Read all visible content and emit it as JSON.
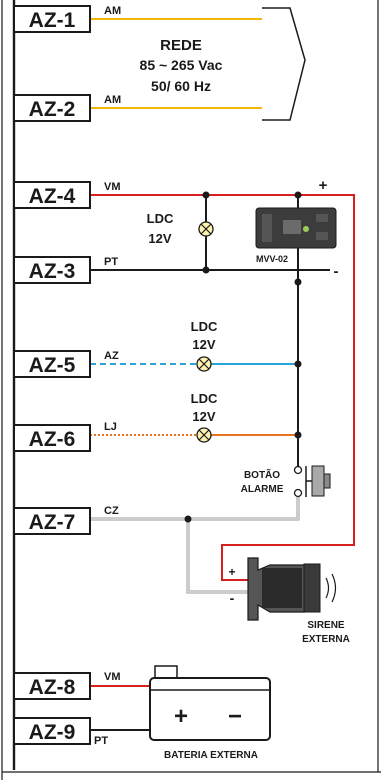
{
  "terminals": {
    "az1": "AZ-1",
    "az2": "AZ-2",
    "az4": "AZ-4",
    "az3": "AZ-3",
    "az5": "AZ-5",
    "az6": "AZ-6",
    "az7": "AZ-7",
    "az8": "AZ-8",
    "az9": "AZ-9"
  },
  "wire_labels": {
    "am1": "AM",
    "am2": "AM",
    "vm1": "VM",
    "pt1": "PT",
    "az": "AZ",
    "lj": "LJ",
    "cz": "CZ",
    "vm2": "VM",
    "pt2": "PT"
  },
  "rede": {
    "line1": "REDE",
    "line2": "85 ~ 265 Vac",
    "line3": "50/ 60 Hz"
  },
  "ldc": {
    "a_line1": "LDC",
    "a_line2": "12V",
    "b_line1": "LDC",
    "b_line2": "12V",
    "c_line1": "LDC",
    "c_line2": "12V"
  },
  "mvv_label": "MVV-02",
  "polarity": {
    "plus_top": "+",
    "minus_top": "-",
    "siren_plus": "+",
    "siren_minus": "-",
    "bat_plus": "+",
    "bat_minus": "−"
  },
  "button": {
    "line1": "BOTÃO",
    "line2": "ALARME"
  },
  "siren": {
    "line1": "SIRENE",
    "line2": "EXTERNA"
  },
  "battery_label": "BATERIA EXTERNA",
  "colors": {
    "am": "#f2b705",
    "vm": "#d62020",
    "pt": "#1a1a1a",
    "az": "#2aa3d8",
    "lj": "#e8731c",
    "cz": "#b8b8b8"
  }
}
